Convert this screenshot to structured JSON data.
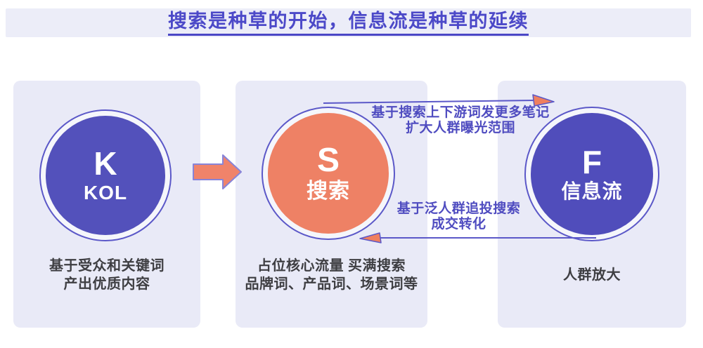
{
  "title": {
    "text": "搜索是种草的开始，信息流是种草的延续"
  },
  "palette": {
    "title_indigo": "#4c49c8",
    "underline_indigo": "#4a47c6",
    "band_bg": "#ecedf8",
    "card_bg": "#e9eaf7",
    "purple_circle": "#5351bb",
    "feed_circle": "#504dbb",
    "orange_circle": "#ee8165",
    "arrow_orange": "#f0836a",
    "line_purple": "#5b58c8",
    "caption_gray": "#3e3e42",
    "annotation_indigo": "#4f4cc0"
  },
  "icons": {
    "block_arrow": "block-arrow-right (orange, purple outline)",
    "flow_top": "thin-line-arrow-right (orange head)",
    "flow_bottom": "thin-line-arrow-left (orange head)"
  },
  "cards": [
    {
      "letter": "K",
      "name": "KOL",
      "caption1": "基于受众和关键词",
      "caption2": "产出优质内容"
    },
    {
      "letter": "S",
      "name": "搜索",
      "caption1": "占位核心流量 买满搜索",
      "caption2": "品牌词、产品词、场景词等"
    },
    {
      "letter": "F",
      "name": "信息流",
      "caption1": "人群放大"
    }
  ],
  "flows": {
    "top": {
      "line1": "基于搜索上下游词发更多笔记",
      "line2": "扩大人群曝光范围",
      "direction": "search → feed"
    },
    "bottom": {
      "line1": "基于泛人群追投搜索",
      "line2": "成交转化",
      "direction": "feed → search"
    }
  }
}
